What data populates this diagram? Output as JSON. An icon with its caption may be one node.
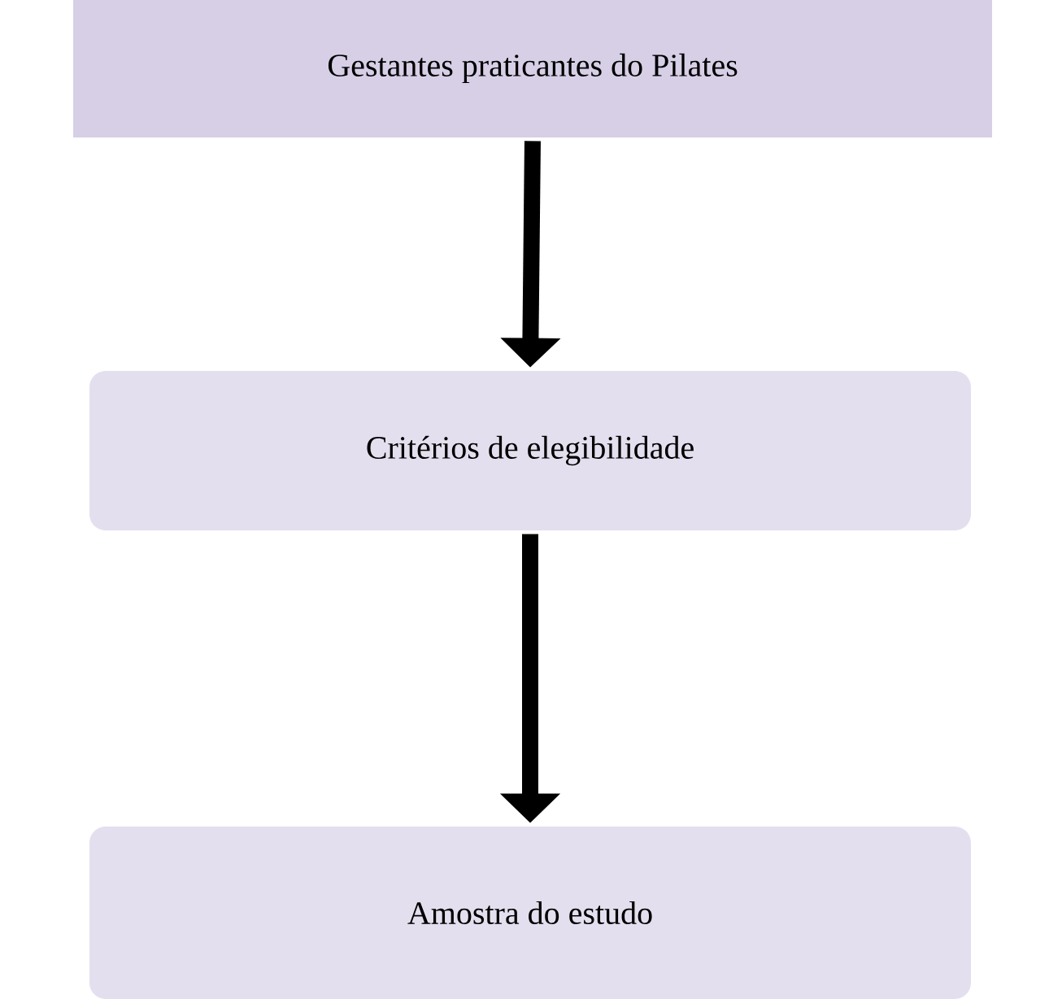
{
  "diagram": {
    "nodes": [
      {
        "text": [
          "Gestantes praticantes do Pilates"
        ]
      },
      {
        "text": [
          "Critérios de elegibilidade"
        ]
      },
      {
        "text": [
          "Amostra do estudo"
        ]
      }
    ],
    "edges": [
      {
        "from": 0,
        "to": 1,
        "arrow": "to"
      },
      {
        "from": 1,
        "to": 2,
        "arrow": "to"
      }
    ]
  }
}
